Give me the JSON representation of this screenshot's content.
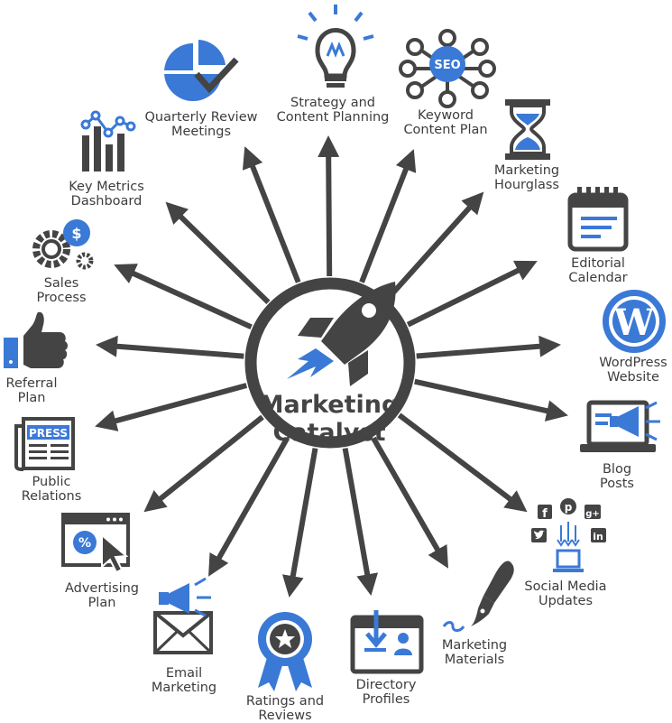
{
  "colors": {
    "dark": "#444444",
    "blue": "#3a79d6",
    "text": "#3d3d3d"
  },
  "center": {
    "line1": "Marketing",
    "line2": "Catalyst",
    "icon": "rocket-icon"
  },
  "nodes": [
    {
      "id": "strategy",
      "line1": "Strategy and",
      "line2": "Content Planning",
      "icon": "lightbulb-icon"
    },
    {
      "id": "keyword",
      "line1": "Keyword",
      "line2": "Content Plan",
      "icon": "seo-network-icon",
      "icon_text": "SEO"
    },
    {
      "id": "hourglass",
      "line1": "Marketing",
      "line2": "Hourglass",
      "icon": "hourglass-icon"
    },
    {
      "id": "calendar",
      "line1": "Editorial",
      "line2": "Calendar",
      "icon": "calendar-icon"
    },
    {
      "id": "wordpress",
      "line1": "WordPress",
      "line2": "Website",
      "icon": "wordpress-icon"
    },
    {
      "id": "blog",
      "line1": "Blog",
      "line2": "Posts",
      "icon": "laptop-megaphone-icon"
    },
    {
      "id": "social",
      "line1": "Social Media",
      "line2": "Updates",
      "icon": "social-media-icon"
    },
    {
      "id": "materials",
      "line1": "Marketing",
      "line2": "Materials",
      "icon": "fountain-pen-icon"
    },
    {
      "id": "directory",
      "line1": "Directory",
      "line2": "Profiles",
      "icon": "directory-icon"
    },
    {
      "id": "ratings",
      "line1": "Ratings and",
      "line2": "Reviews",
      "icon": "award-ribbon-icon"
    },
    {
      "id": "email",
      "line1": "Email",
      "line2": "Marketing",
      "icon": "envelope-megaphone-icon"
    },
    {
      "id": "advertising",
      "line1": "Advertising",
      "line2": "Plan",
      "icon": "browser-cursor-icon"
    },
    {
      "id": "pr",
      "line1": "Public",
      "line2": "Relations",
      "icon": "newspaper-icon",
      "icon_text": "PRESS"
    },
    {
      "id": "referral",
      "line1": "Referral",
      "line2": "Plan",
      "icon": "thumbs-up-icon"
    },
    {
      "id": "sales",
      "line1": "Sales",
      "line2": "Process",
      "icon": "gears-dollar-icon"
    },
    {
      "id": "metrics",
      "line1": "Key Metrics",
      "line2": "Dashboard",
      "icon": "bar-chart-icon"
    },
    {
      "id": "quarterly",
      "line1": "Quarterly Review",
      "line2": "Meetings",
      "icon": "pie-check-icon"
    }
  ]
}
